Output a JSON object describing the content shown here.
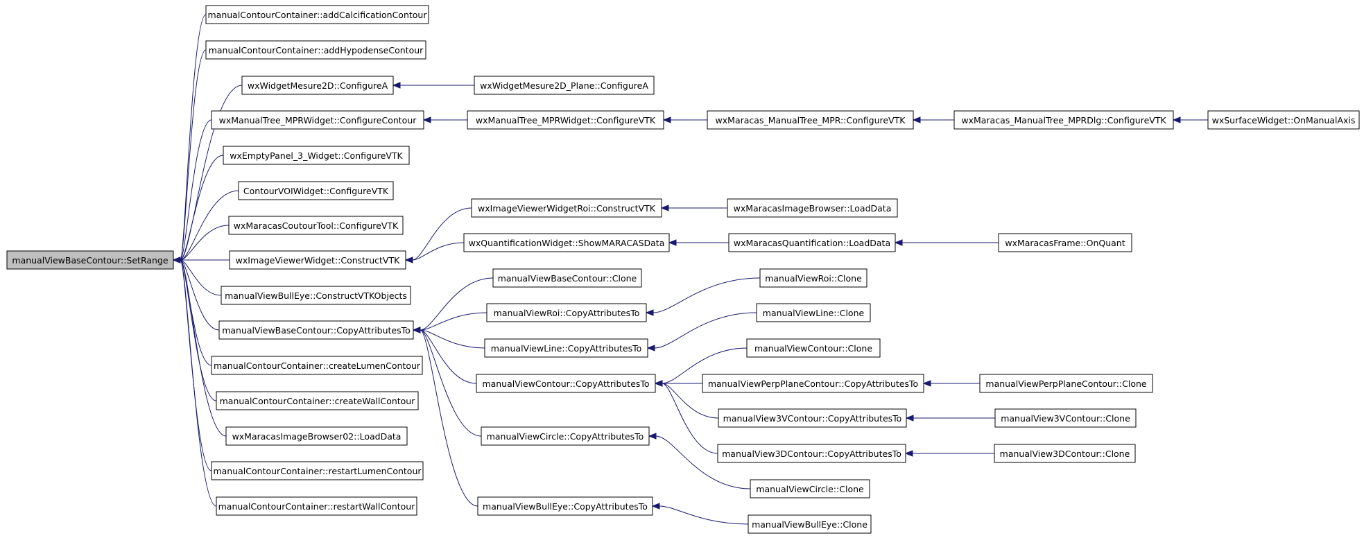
{
  "graph": {
    "nodes": [
      {
        "id": "root",
        "label": "manualViewBaseContour::SetRange",
        "root": true
      },
      {
        "id": "addCalc",
        "label": "manualContourContainer::addCalcificationContour"
      },
      {
        "id": "addHypo",
        "label": "manualContourContainer::addHypodenseContour"
      },
      {
        "id": "wmConfA",
        "label": "wxWidgetMesure2D::ConfigureA"
      },
      {
        "id": "wmPlaneConfA",
        "label": "wxWidgetMesure2D_Plane::ConfigureA"
      },
      {
        "id": "mtConfContour",
        "label": "wxManualTree_MPRWidget::ConfigureContour"
      },
      {
        "id": "mtConfVTK",
        "label": "wxManualTree_MPRWidget::ConfigureVTK"
      },
      {
        "id": "mmConfVTK",
        "label": "wxMaracas_ManualTree_MPR::ConfigureVTK"
      },
      {
        "id": "mmDlgConfVTK",
        "label": "wxMaracas_ManualTree_MPRDlg::ConfigureVTK"
      },
      {
        "id": "surfManual",
        "label": "wxSurfaceWidget::OnManualAxis"
      },
      {
        "id": "emptyPanel",
        "label": "wxEmptyPanel_3_Widget::ConfigureVTK"
      },
      {
        "id": "voiConf",
        "label": "ContourVOIWidget::ConfigureVTK"
      },
      {
        "id": "coutourTool",
        "label": "wxMaracasCoutourTool::ConfigureVTK"
      },
      {
        "id": "ivRoiConstruct",
        "label": "wxImageViewerWidgetRoi::ConstructVTK"
      },
      {
        "id": "imgBrowserLoad",
        "label": "wxMaracasImageBrowser::LoadData"
      },
      {
        "id": "quantShow",
        "label": "wxQuantificationWidget::ShowMARACASData"
      },
      {
        "id": "quantLoad",
        "label": "wxMaracasQuantification::LoadData"
      },
      {
        "id": "frameQuant",
        "label": "wxMaracasFrame::OnQuant"
      },
      {
        "id": "ivConstruct",
        "label": "wxImageViewerWidget::ConstructVTK"
      },
      {
        "id": "baseClone",
        "label": "manualViewBaseContour::Clone"
      },
      {
        "id": "roiClone",
        "label": "manualViewRoi::Clone"
      },
      {
        "id": "bullConstruct",
        "label": "manualViewBullEye::ConstructVTKObjects"
      },
      {
        "id": "roiCopy",
        "label": "manualViewRoi::CopyAttributesTo"
      },
      {
        "id": "lineClone",
        "label": "manualViewLine::Clone"
      },
      {
        "id": "baseCopy",
        "label": "manualViewBaseContour::CopyAttributesTo"
      },
      {
        "id": "lineCopy",
        "label": "manualViewLine::CopyAttributesTo"
      },
      {
        "id": "contourClone",
        "label": "manualViewContour::Clone"
      },
      {
        "id": "createLumen",
        "label": "manualContourContainer::createLumenContour"
      },
      {
        "id": "contourCopy",
        "label": "manualViewContour::CopyAttributesTo"
      },
      {
        "id": "perpCopy",
        "label": "manualViewPerpPlaneContour::CopyAttributesTo"
      },
      {
        "id": "perpClone",
        "label": "manualViewPerpPlaneContour::Clone"
      },
      {
        "id": "createWall",
        "label": "manualContourContainer::createWallContour"
      },
      {
        "id": "v3vCopy",
        "label": "manualView3VContour::CopyAttributesTo"
      },
      {
        "id": "v3vClone",
        "label": "manualView3VContour::Clone"
      },
      {
        "id": "browser02",
        "label": "wxMaracasImageBrowser02::LoadData"
      },
      {
        "id": "circleCopy",
        "label": "manualViewCircle::CopyAttributesTo"
      },
      {
        "id": "v3dCopy",
        "label": "manualView3DContour::CopyAttributesTo"
      },
      {
        "id": "v3dClone",
        "label": "manualView3DContour::Clone"
      },
      {
        "id": "restartLumen",
        "label": "manualContourContainer::restartLumenContour"
      },
      {
        "id": "circleClone",
        "label": "manualViewCircle::Clone"
      },
      {
        "id": "restartWall",
        "label": "manualContourContainer::restartWallContour"
      },
      {
        "id": "bullCopy",
        "label": "manualViewBullEye::CopyAttributesTo"
      },
      {
        "id": "bullClone",
        "label": "manualViewBullEye::Clone"
      }
    ],
    "edges": [
      {
        "from": "addCalc",
        "to": "root"
      },
      {
        "from": "addHypo",
        "to": "root"
      },
      {
        "from": "wmConfA",
        "to": "root"
      },
      {
        "from": "mtConfContour",
        "to": "root"
      },
      {
        "from": "emptyPanel",
        "to": "root"
      },
      {
        "from": "voiConf",
        "to": "root"
      },
      {
        "from": "coutourTool",
        "to": "root"
      },
      {
        "from": "ivConstruct",
        "to": "root"
      },
      {
        "from": "bullConstruct",
        "to": "root"
      },
      {
        "from": "baseCopy",
        "to": "root"
      },
      {
        "from": "createLumen",
        "to": "root"
      },
      {
        "from": "createWall",
        "to": "root"
      },
      {
        "from": "browser02",
        "to": "root"
      },
      {
        "from": "restartLumen",
        "to": "root"
      },
      {
        "from": "restartWall",
        "to": "root"
      },
      {
        "from": "wmPlaneConfA",
        "to": "wmConfA"
      },
      {
        "from": "mtConfVTK",
        "to": "mtConfContour"
      },
      {
        "from": "mmConfVTK",
        "to": "mtConfVTK"
      },
      {
        "from": "mmDlgConfVTK",
        "to": "mmConfVTK"
      },
      {
        "from": "surfManual",
        "to": "mmDlgConfVTK"
      },
      {
        "from": "ivRoiConstruct",
        "to": "ivConstruct"
      },
      {
        "from": "quantShow",
        "to": "ivConstruct"
      },
      {
        "from": "imgBrowserLoad",
        "to": "ivRoiConstruct"
      },
      {
        "from": "quantLoad",
        "to": "quantShow"
      },
      {
        "from": "frameQuant",
        "to": "quantLoad"
      },
      {
        "from": "baseClone",
        "to": "baseCopy"
      },
      {
        "from": "roiCopy",
        "to": "baseCopy"
      },
      {
        "from": "lineCopy",
        "to": "baseCopy"
      },
      {
        "from": "contourCopy",
        "to": "baseCopy"
      },
      {
        "from": "circleCopy",
        "to": "baseCopy"
      },
      {
        "from": "bullCopy",
        "to": "baseCopy"
      },
      {
        "from": "roiClone",
        "to": "roiCopy"
      },
      {
        "from": "lineClone",
        "to": "lineCopy"
      },
      {
        "from": "contourClone",
        "to": "contourCopy"
      },
      {
        "from": "perpCopy",
        "to": "contourCopy"
      },
      {
        "from": "v3vCopy",
        "to": "contourCopy"
      },
      {
        "from": "v3dCopy",
        "to": "contourCopy"
      },
      {
        "from": "perpClone",
        "to": "perpCopy"
      },
      {
        "from": "v3vClone",
        "to": "v3vCopy"
      },
      {
        "from": "v3dClone",
        "to": "v3dCopy"
      },
      {
        "from": "circleClone",
        "to": "circleCopy"
      },
      {
        "from": "bullClone",
        "to": "bullCopy"
      }
    ]
  }
}
